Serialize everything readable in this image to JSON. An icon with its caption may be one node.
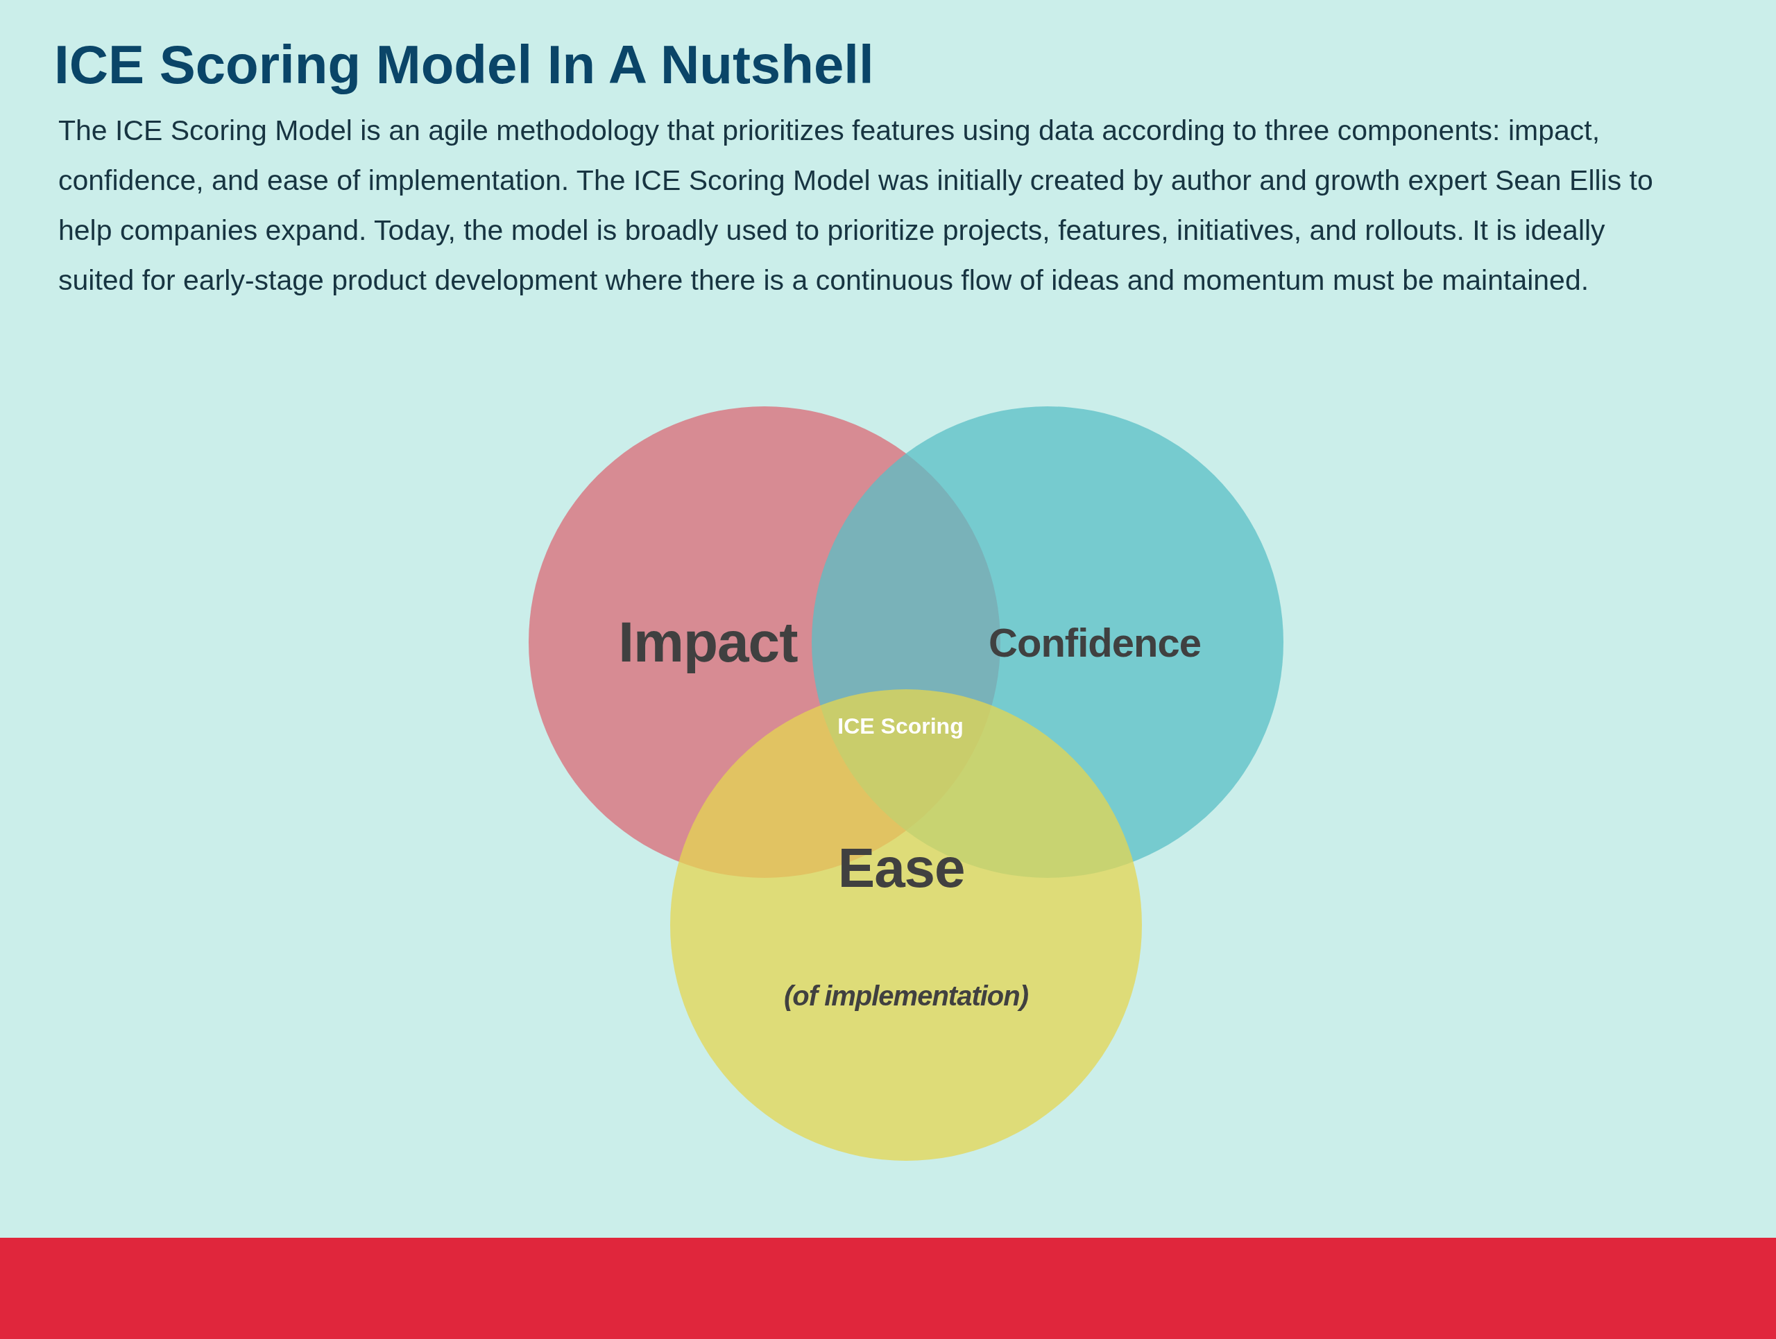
{
  "diagram": {
    "title": "ICE Scoring Model In A Nutshell",
    "nodes": [
      {
        "text": [
          "Impact"
        ]
      },
      {
        "text": [
          "Confidence"
        ]
      },
      {
        "text": [
          "Ease",
          "(of implementation)"
        ]
      }
    ],
    "edges": [],
    "labels": [
      "The ICE Scoring Model is an agile methodology that prioritizes features using data according to three components: impact, confidence, and ease of implementation. The ICE Scoring Model was initially created by author and growth expert Sean Ellis to help companies expand. Today, the model is broadly used to prioritize projects, features, initiatives, and rollouts. It is ideally suited for early-stage product development where there is a continuous flow of ideas and momentum must be maintained.",
      "ICE Scoring"
    ]
  }
}
